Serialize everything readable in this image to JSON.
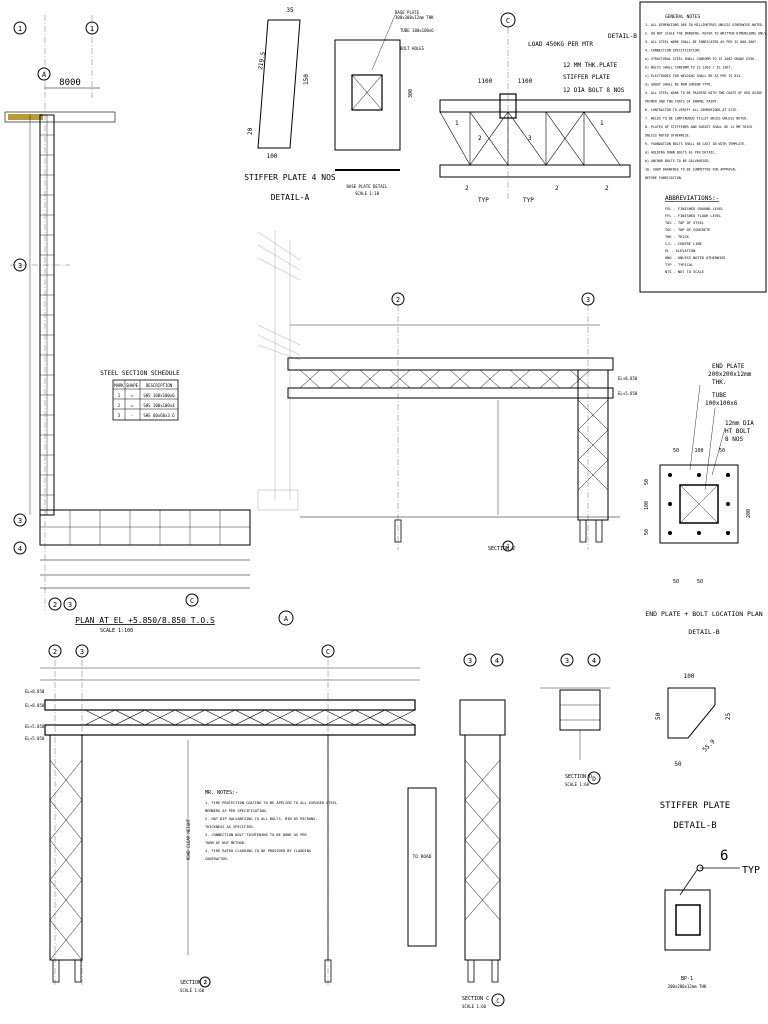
{
  "plan": {
    "grids": [
      "1",
      "1",
      "A",
      "3",
      "4",
      "2",
      "3",
      "C"
    ],
    "dim_span": "8000",
    "title": "PLAN AT EL +5.850/8.850 T.O.S",
    "scale": "SCALE 1:100"
  },
  "steel_schedule": {
    "title": "STEEL SECTION SCHEDULE",
    "headers": [
      "MARK",
      "SHAPE",
      "DESCRIPTION"
    ],
    "rows": [
      [
        "1",
        "▭",
        "SHS 100x100x6"
      ],
      [
        "2",
        "▭",
        "SHS 100x100x4"
      ],
      [
        "3",
        "-",
        "SHS 60x60x3.6"
      ]
    ]
  },
  "detail_a": {
    "dims": [
      "35",
      "219.5",
      "100",
      "20",
      "150"
    ],
    "caption_line1": "STIFFER PLATE 4 NOS",
    "caption_line2": "DETAIL-A"
  },
  "base_plate": {
    "callout1": "BASE PLATE",
    "callout2": "300x300x12mm THK",
    "callout3": "TUBE 100x100x6",
    "callout4": "BOLT HOLES",
    "dim": "300",
    "caption": "BASE PLATE DETAIL",
    "scale": "SCALE 1:10"
  },
  "truss_detail": {
    "grid": "C",
    "load_note": "LOAD 450KG PER MTR",
    "detail_b_label": "DETAIL-B",
    "leader_plate": "12 MM THK.PLATE",
    "leader_stiff": "STIFFER PLATE",
    "leader_bolt": "12 DIA BOLT 8 NOS",
    "dim1": "1100",
    "dim2": "1100",
    "marks": [
      "2",
      "3",
      "1",
      "1",
      "2",
      "2",
      "2"
    ],
    "typ_left": "TYP",
    "typ_right": "TYP"
  },
  "general_notes": {
    "title": "GENERAL NOTES",
    "lines": [
      "1. ALL DIMENSIONS ARE IN MILLIMETRES UNLESS OTHERWISE NOTED.",
      "2. DO NOT SCALE THE DRAWING. REFER TO WRITTEN DIMENSIONS ONLY.",
      "3. ALL STEEL WORK SHALL BE FABRICATED AS PER IS 800-2007.",
      "4. CONNECTION SPECIFICATION:",
      "   a) STRUCTURAL STEEL SHALL CONFORM TO IS 2062 GRADE E250.",
      "   b) BOLTS SHALL CONFORM TO IS 1363 / IS 1367.",
      "   c) ELECTRODES FOR WELDING SHALL BE AS PER IS 814.",
      "   d) GROUT SHALL BE NON SHRINK TYPE.",
      "5. ALL STEEL WORK TO BE PAINTED WITH TWO COATS OF RED OXIDE",
      "   PRIMER AND TWO COATS OF ENAMEL PAINT.",
      "6. CONTRACTOR TO VERIFY ALL DIMENSIONS AT SITE.",
      "7. WELDS TO BE CONTINUOUS FILLET WELDS UNLESS NOTED.",
      "8. PLATES OF STIFFENER AND GUSSET SHALL BE 12 MM THICK",
      "   UNLESS NOTED OTHERWISE.",
      "9. FOUNDATION BOLTS SHALL BE CAST IN WITH TEMPLATE.",
      "   a) HOLDING DOWN BOLTS AS PER DETAIL.",
      "   b) ANCHOR BOLTS TO BE GALVANISED.",
      "10. SHOP DRAWINGS TO BE SUBMITTED FOR APPROVAL",
      "    BEFORE FABRICATION."
    ],
    "abbr_title": "ABBREVIATIONS:-",
    "abbr": [
      "FGL  -  FINISHED GROUND LEVEL",
      "FFL  -  FINISHED FLOOR LEVEL",
      "TOS  -  TOP OF STEEL",
      "TOC  -  TOP OF CONCRETE",
      "THK  -  THICK",
      "C/L  -  CENTRE LINE",
      "EL   -  ELEVATION",
      "UNO  -  UNLESS NOTED OTHERWISE",
      "TYP  -  TYPICAL",
      "NTS  -  NOT TO SCALE"
    ]
  },
  "elevation_top": {
    "grids": [
      "2",
      "3",
      "C"
    ],
    "level1": "EL+8.850",
    "level2": "EL+5.850",
    "caption": "SECTION 2",
    "bubble": "2"
  },
  "end_plate": {
    "callout1": "END PLATE",
    "callout2": "200x200x12mm",
    "callout3": "THK.",
    "callout4": "TUBE",
    "callout5": "100x100x6",
    "callout6": "12mm DIA",
    "callout7": "HT BOLT",
    "callout8": "8 NOS",
    "dim_top": [
      "50",
      "100",
      "50"
    ],
    "dim_bottom": [
      "50",
      "50"
    ],
    "dim_right": "200",
    "dim_left": [
      "50",
      "100",
      "50"
    ],
    "caption1": "END PLATE + BOLT LOCATION PLAN",
    "caption2": "DETAIL-B"
  },
  "stiffener_b": {
    "dim_top": "100",
    "dim_left": "50",
    "dim_bottom": "50",
    "dim_right": "25",
    "dim_diag": "55.9",
    "caption1": "STIFFER PLATE",
    "caption2": "DETAIL-B"
  },
  "weld": {
    "size": "6",
    "typ": "TYP",
    "caption": "BP-1",
    "sub": "200x200x12mm THK"
  },
  "main_elevation": {
    "grids": [
      "2",
      "3",
      "C"
    ],
    "levels": [
      "EL+8.850",
      "EL+8.050",
      "EL+5.850",
      "EL+5.050"
    ],
    "notes_title": "MR. NOTES:-",
    "notes": [
      "1. FIRE PROTECTION COATING TO BE APPLIED TO ALL EXPOSED STEEL",
      "   MEMBERS AS PER SPECIFICATION.",
      "2. HOT DIP GALVANISING TO ALL BOLTS. MIN 85 MICRONS.",
      "   THICKNESS AS SPECIFIED.",
      "3. CONNECTION BOLT TIGHTENING TO BE DONE AS PER",
      "   TURN OF NUT METHOD.",
      "4. FIRE RATED CLADDING TO BE PROVIDED BY CLADDING",
      "   CONTRACTOR."
    ],
    "column_label": "TO ROAD",
    "vert_label": "ROAD CLEAR HEIGHT",
    "caption": "SECTION 2",
    "scale": "SCALE 1:60",
    "bubble": "2"
  },
  "section_d": {
    "grids": [
      "3",
      "4"
    ],
    "caption": "SECTION D",
    "scale": "SCALE 1:60",
    "bubble": "D"
  },
  "section_c": {
    "grids": [
      "3",
      "4"
    ],
    "caption": "SECTION C",
    "scale": "SCALE 1:60",
    "bubble": "C"
  }
}
